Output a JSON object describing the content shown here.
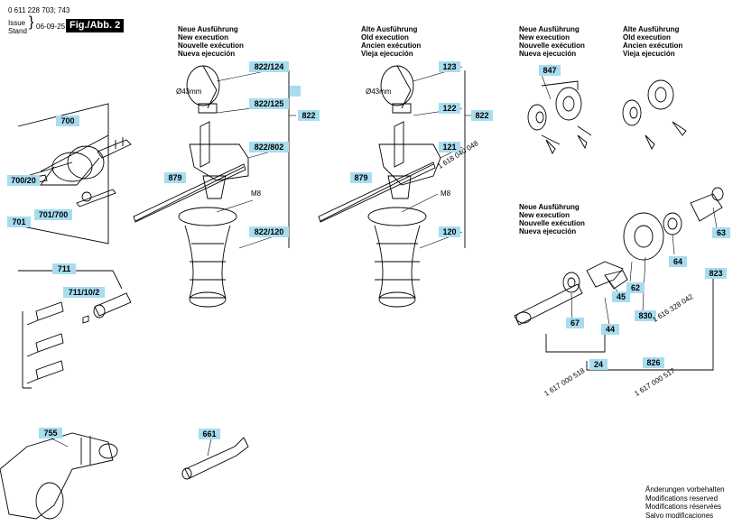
{
  "doc": {
    "part_number": "0 611 228 703; 743",
    "issue_label": "Issue",
    "stand_label": "Stand",
    "date": "06-09-25",
    "figure": "Fig./Abb. 2"
  },
  "headers": {
    "new": [
      "Neue Ausführung",
      "New execution",
      "Nouvelle exécution",
      "Nueva ejecución"
    ],
    "old": [
      "Alte Ausführung",
      "Old execution",
      "Ancien exécution",
      "Vieja ejecución"
    ]
  },
  "dimensions": {
    "d43_left": "Ø43mm",
    "d43_right": "Ø43mm",
    "m8_left": "M8",
    "m8_right": "M8"
  },
  "tags": {
    "t700": "700",
    "t700_20": "700/20",
    "t701": "701",
    "t701_700": "701/700",
    "t711": "711",
    "t711_10_2": "711/10/2",
    "t755": "755",
    "t661": "661",
    "t879a": "879",
    "t879b": "879",
    "t822_124": "822/124",
    "t822_125": "822/125",
    "t822_802": "822/802",
    "t822_120": "822/120",
    "t822a": "822",
    "t822b": "822",
    "t123": "123",
    "t122": "122",
    "t121": "121",
    "t120": "120",
    "t847": "847",
    "t63": "63",
    "t64": "64",
    "t62": "62",
    "t830": "830",
    "t823": "823",
    "t45": "45",
    "t67": "67",
    "t44": "44",
    "t24": "24",
    "t826": "826"
  },
  "codes": {
    "c1618": "1 618 040 048",
    "c1616": "1 616 328 042",
    "c1617_518": "1 617 000 518",
    "c1617_517": "1 617 000 517"
  },
  "footer": [
    "Änderungen vorbehalten",
    "Modifications reserved",
    "Modifications réservées",
    "Salvo modificaciones"
  ]
}
